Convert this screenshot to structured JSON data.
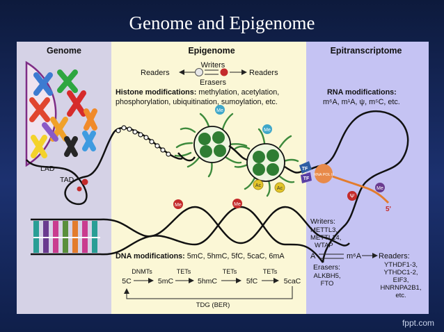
{
  "slide": {
    "title": "Genome and Epigenome",
    "brand": "fppt.com"
  },
  "panels": {
    "genome": "Genome",
    "epigenome": "Epigenome",
    "epitranscriptome": "Epitranscriptome"
  },
  "genome": {
    "lad": "LAD",
    "tad": "TAD"
  },
  "epigenome": {
    "writers": "Writers",
    "readers_left": "Readers",
    "readers_right": "Readers",
    "erasers": "Erasers",
    "histone_title": "Histone modifications:",
    "histone_line1_rest": " methylation, acetylation,",
    "histone_line2": "phosphorylation, ubiquitination, sumoylation, etc.",
    "dna_title": "DNA modifications:",
    "dna_rest": " 5mC, 5hmC, 5fC, 5caC, 6mA",
    "pathway": {
      "nodes": [
        "5C",
        "5mC",
        "5hmC",
        "5fC",
        "5caC"
      ],
      "enzymes": [
        "DNMTs",
        "TETs",
        "TETs",
        "TETs"
      ],
      "return_label": "TDG (BER)"
    },
    "marks": {
      "me": "Me",
      "ac": "Ac"
    }
  },
  "epitranscriptome": {
    "rna_title": "RNA modifications:",
    "rna_list": "m⁶A, m¹A, ψ, m⁵C, etc.",
    "tf": "TF",
    "rna_pol": "RNA POL II",
    "psi": "Ψ",
    "five_prime": "5'",
    "writers_title": "Writers:",
    "writers": [
      "METTL3,",
      "METTL14,",
      "WTAP"
    ],
    "a": "A",
    "m6a": "m⁶A",
    "readers_title": "Readers:",
    "readers": [
      "YTHDF1-3,",
      "YTHDC1-2,",
      "EIF3,",
      "HNRNPA2B1,",
      "etc."
    ],
    "erasers_title": "Erasers:",
    "erasers": [
      "ALKBH5,",
      "FTO"
    ]
  },
  "colors": {
    "genome_bg": "#d5d2e6",
    "epigenome_bg": "#fbf7d6",
    "epitranscriptome_bg": "#c5c3f3",
    "nucleus_edge": "#7e2d86",
    "histone": "#3d8a3c",
    "me_mark": "#c42b2b",
    "ac_mark": "#e3c52a",
    "rna_strand": "#e37c2d",
    "tf": "#2f5ea3",
    "pol": "#e88a4a"
  }
}
